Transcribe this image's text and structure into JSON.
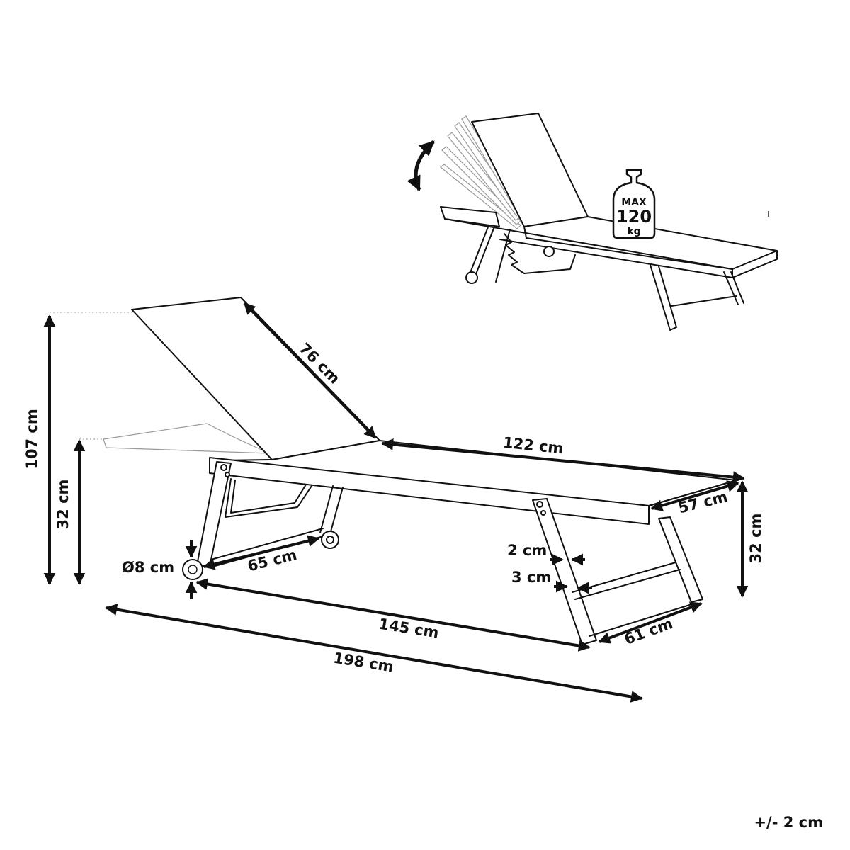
{
  "dimensions": {
    "backrest": "76 cm",
    "seat": "122 cm",
    "width_top": "57 cm",
    "front_height": "32 cm",
    "back_height": "32 cm",
    "total_height": "107 cm",
    "wheel": "Ø8 cm",
    "wheel_base": "65 cm",
    "frame_length": "145 cm",
    "total_length": "198 cm",
    "leg_width": "61 cm",
    "frame_thickness_1": "2 cm",
    "frame_thickness_2": "3 cm"
  },
  "load_badge": {
    "line1": "MAX",
    "line2": "120",
    "line3": "kg"
  },
  "tolerance": "+/- 2 cm",
  "colors": {
    "line": "#111111",
    "background": "#ffffff"
  }
}
